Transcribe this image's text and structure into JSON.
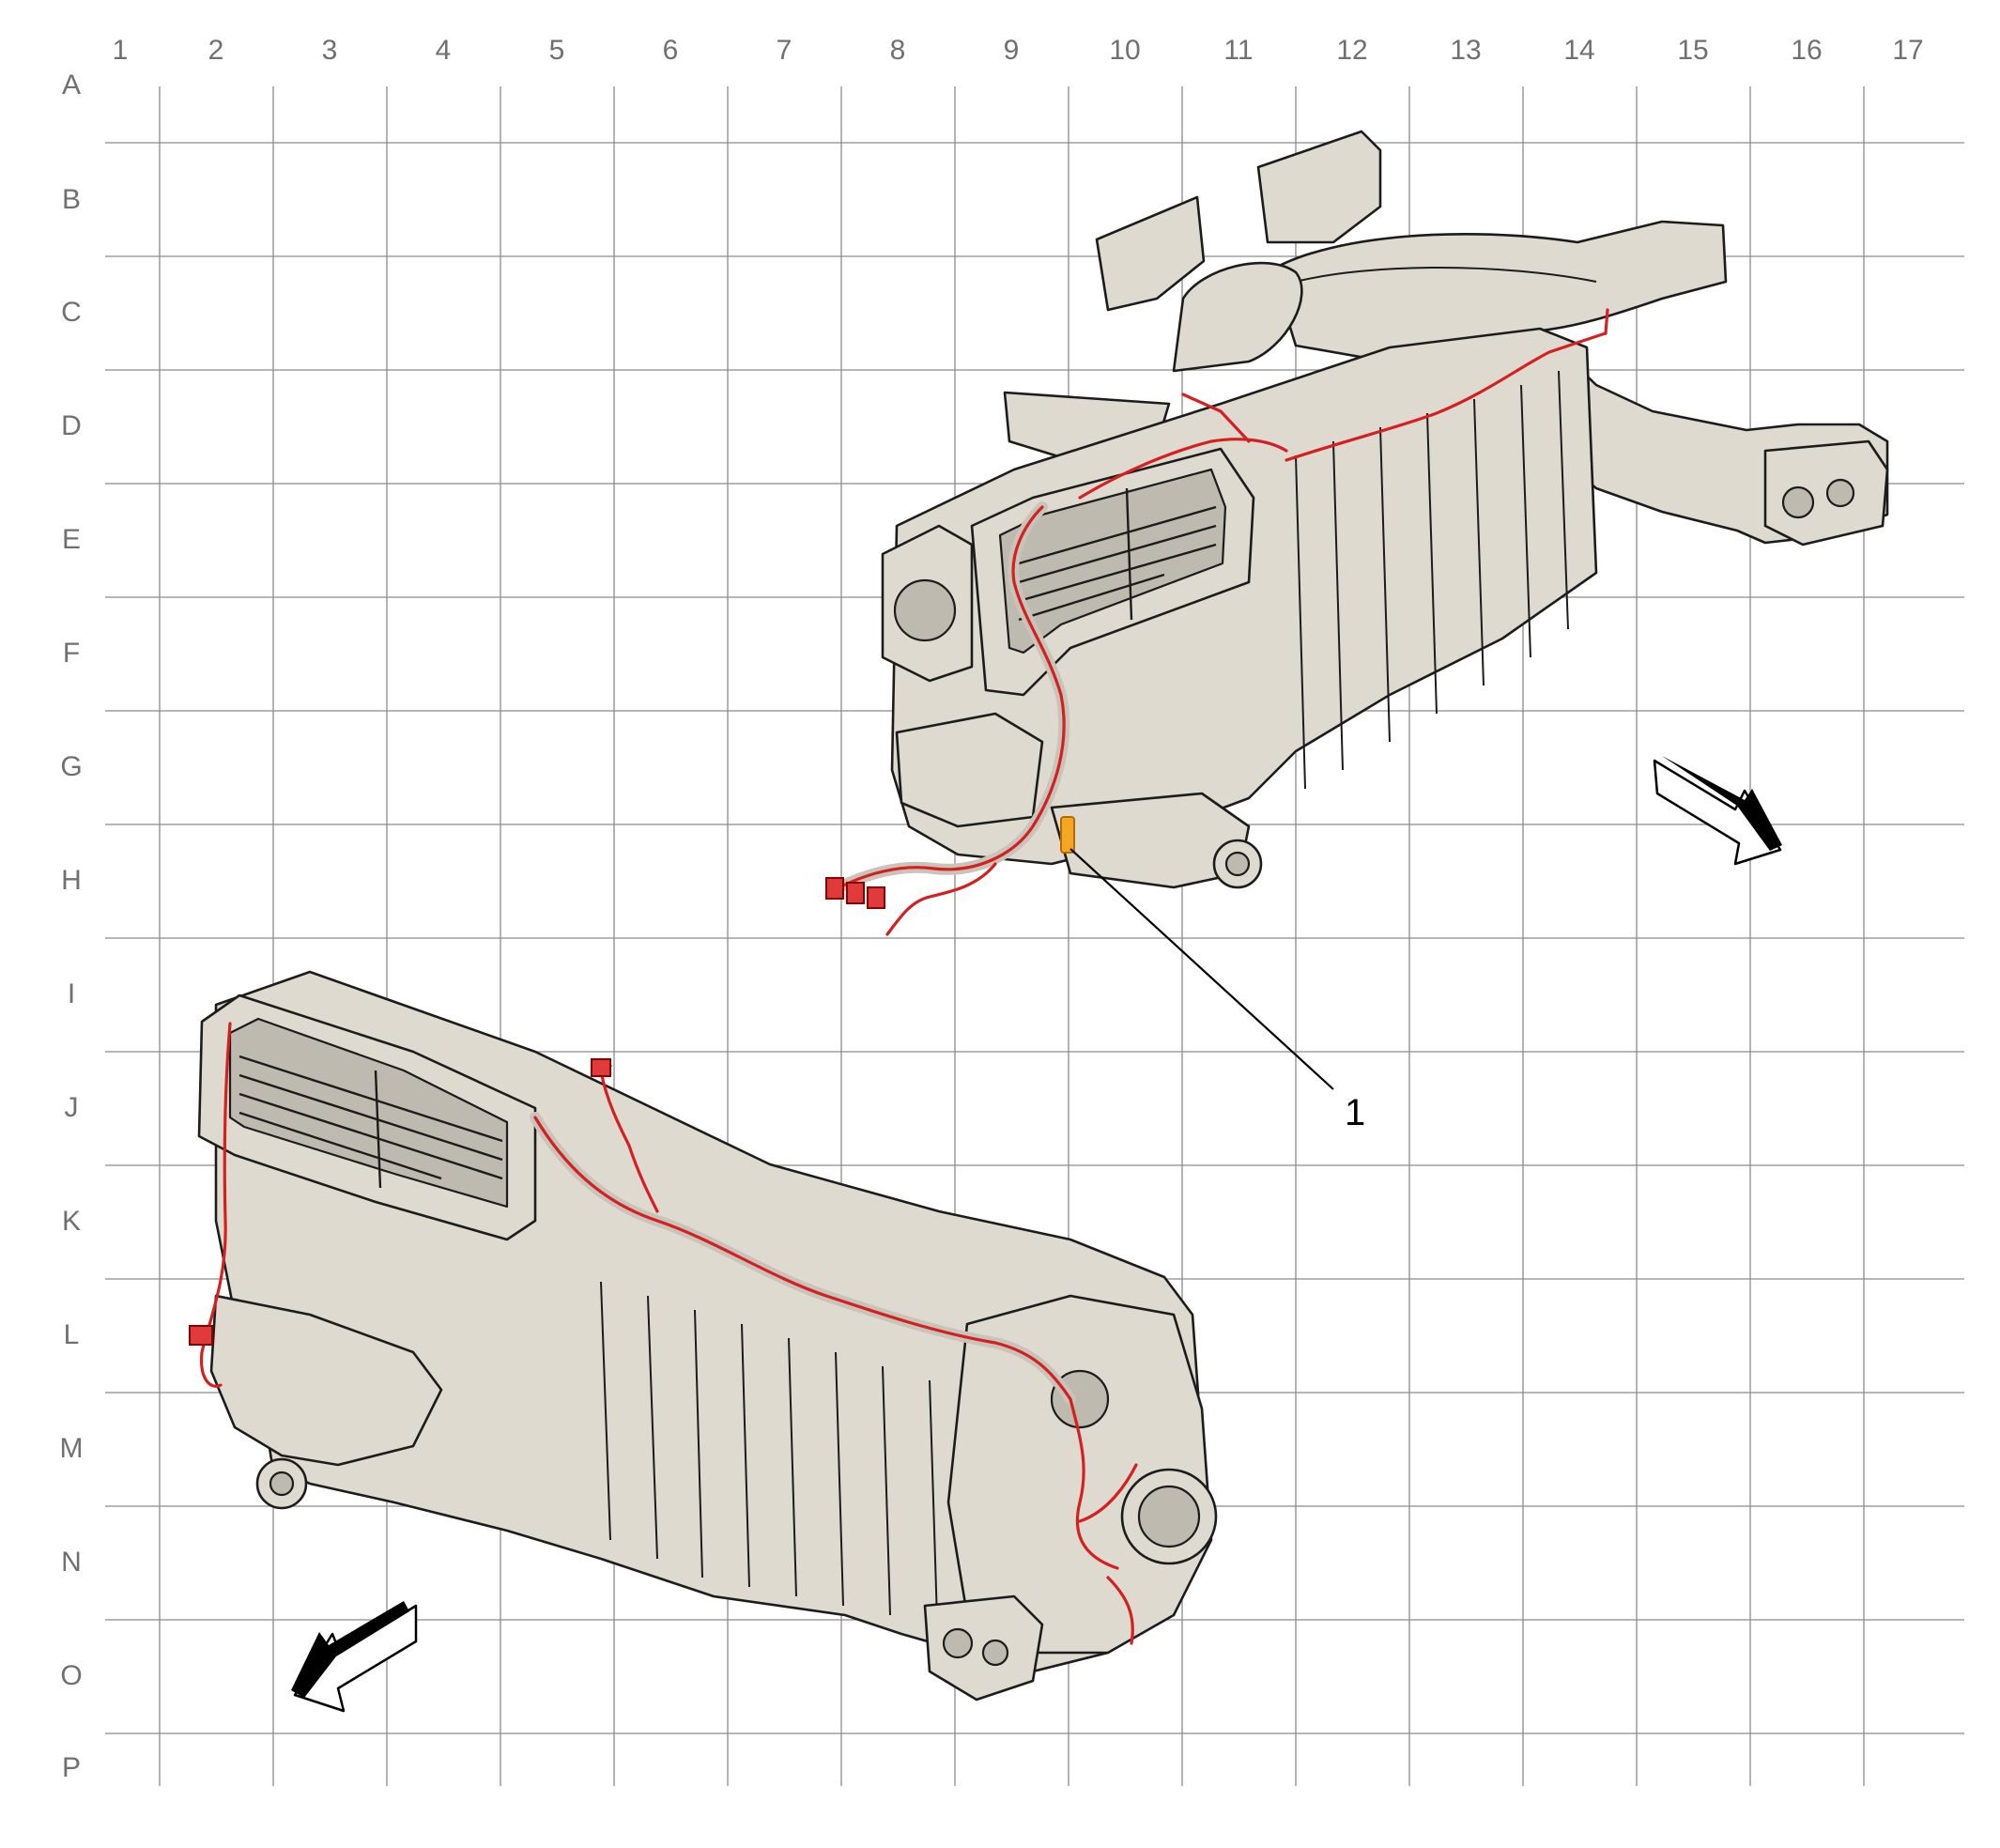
{
  "grid": {
    "columns": [
      "1",
      "2",
      "3",
      "4",
      "5",
      "6",
      "7",
      "8",
      "9",
      "10",
      "11",
      "12",
      "13",
      "14",
      "15",
      "16",
      "17"
    ],
    "rows": [
      "A",
      "B",
      "C",
      "D",
      "E",
      "F",
      "G",
      "H",
      "I",
      "J",
      "K",
      "L",
      "M",
      "N",
      "O",
      "P"
    ]
  },
  "callouts": [
    {
      "label": "1"
    }
  ],
  "colors": {
    "component_fill": "#dedad0",
    "harness_wire": "#d42020",
    "highlighted_connector": "#f5a623",
    "grid_line": "#8c8c8c"
  }
}
